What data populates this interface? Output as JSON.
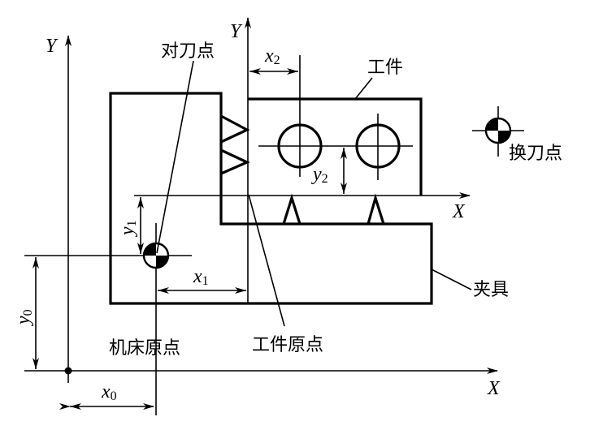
{
  "diagram": {
    "title": "Machine tool, workpiece coordinate systems and reference points",
    "labels": {
      "tool_setting_point": "对刀点",
      "workpiece": "工件",
      "tool_change_point": "换刀点",
      "fixture": "夹具",
      "machine_origin": "机床原点",
      "workpiece_origin": "工件原点"
    },
    "axes": {
      "machine_y": "Y",
      "machine_x": "X",
      "work_y": "Y",
      "work_x": "X"
    },
    "dimensions": {
      "x0": {
        "main": "x",
        "sub": "0"
      },
      "y0": {
        "main": "y",
        "sub": "0"
      },
      "x1": {
        "main": "x",
        "sub": "1"
      },
      "y1": {
        "main": "y",
        "sub": "1"
      },
      "x2": {
        "main": "x",
        "sub": "2"
      },
      "y2": {
        "main": "y",
        "sub": "2"
      }
    },
    "colors": {
      "line": "#000000",
      "background": "#ffffff"
    }
  }
}
